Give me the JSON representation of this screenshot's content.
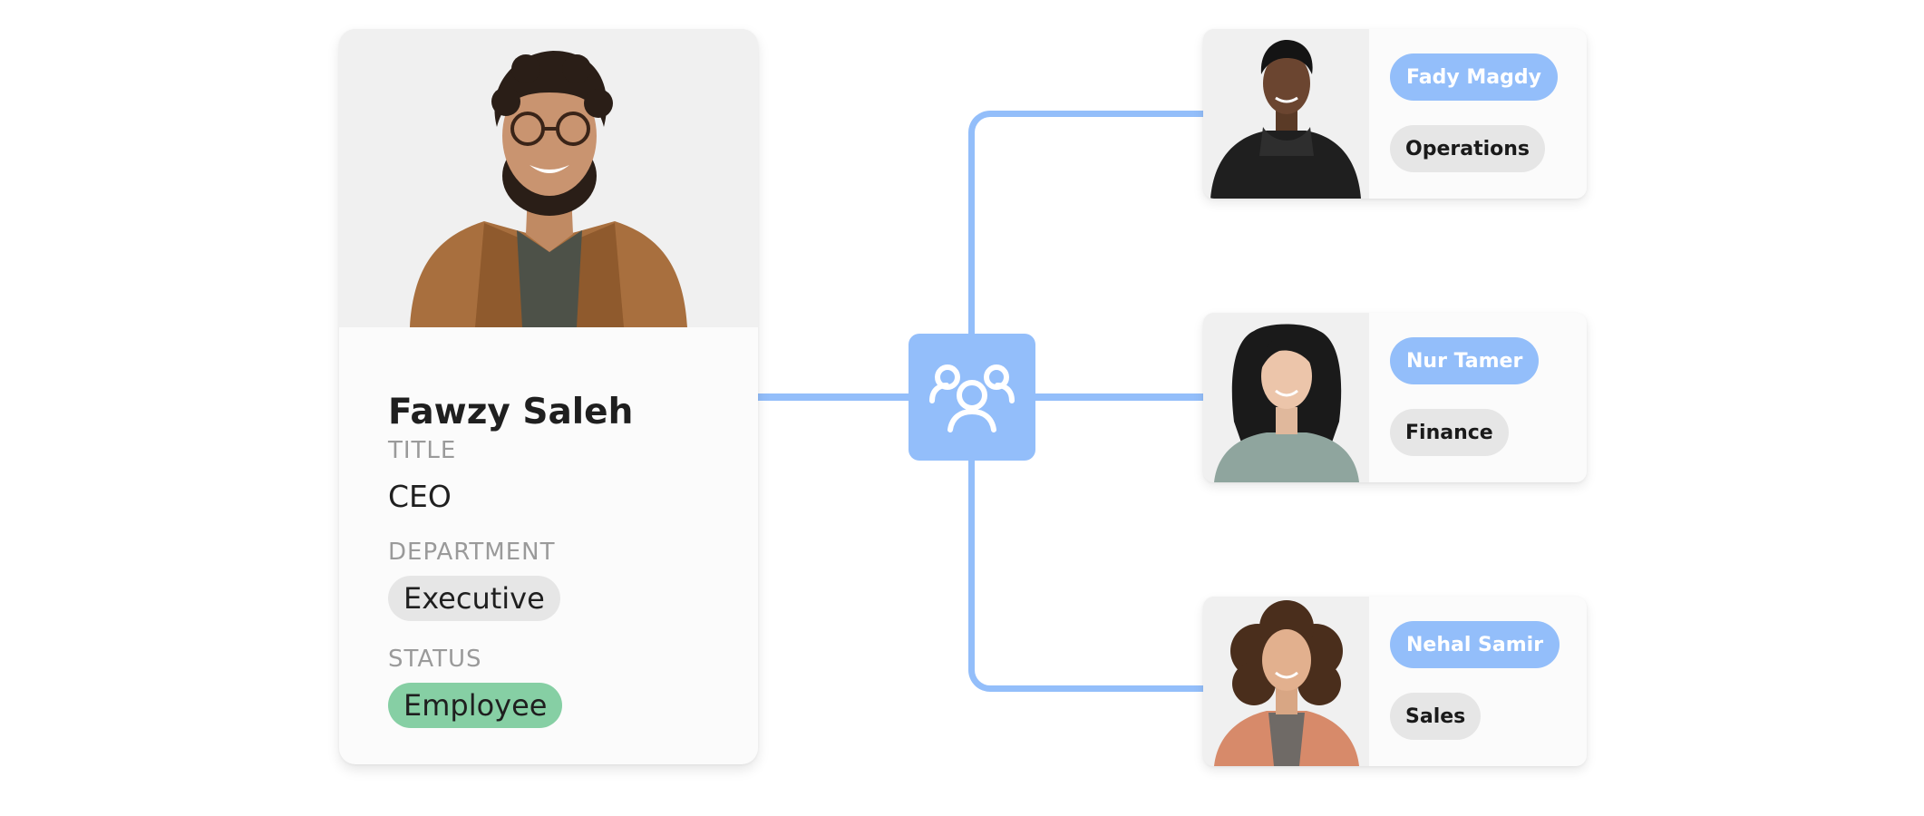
{
  "main_profile": {
    "name": "Fawzy Saleh",
    "title_label": "TITLE",
    "title_value": "CEO",
    "department_label": "DEPARTMENT",
    "department_value": "Executive",
    "status_label": "STATUS",
    "status_value": "Employee",
    "photo": "portrait-man-glasses-tan-jacket"
  },
  "hub": {
    "icon": "team-group-icon"
  },
  "reports": [
    {
      "name": "Fady Magdy",
      "department": "Operations",
      "photo": "portrait-man-dark-jacket"
    },
    {
      "name": "Nur Tamer",
      "department": "Finance",
      "photo": "portrait-woman-sage-top"
    },
    {
      "name": "Nehal Samir",
      "department": "Sales",
      "photo": "portrait-woman-curly-coral-jacket"
    }
  ],
  "colors": {
    "accent_blue": "#93befa",
    "status_green": "#86cfa4",
    "pill_grey": "#e6e6e6",
    "card_bg": "#fbfbfb",
    "photo_bg": "#f0f0f0",
    "label_grey": "#9a9a9a"
  }
}
